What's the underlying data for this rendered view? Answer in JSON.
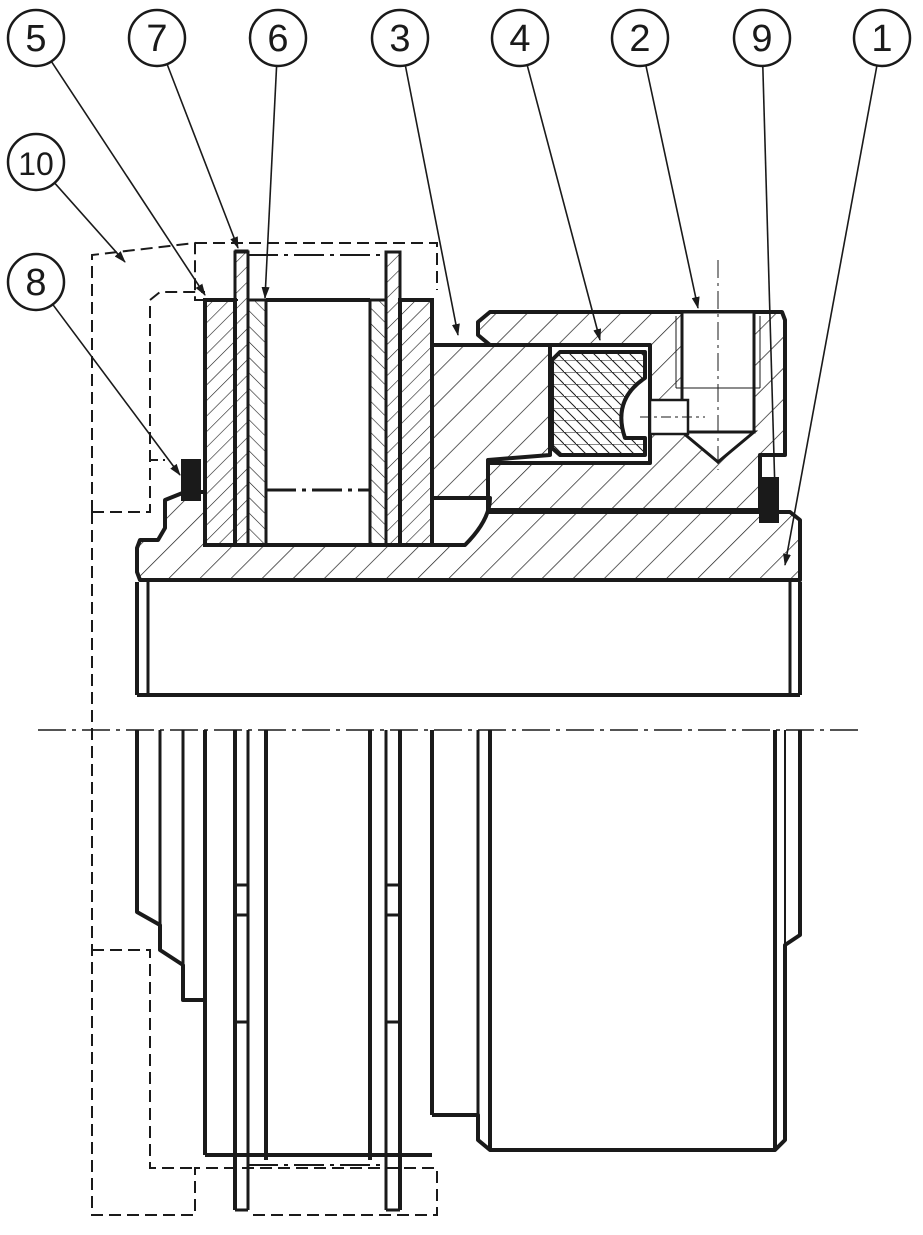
{
  "callouts": [
    {
      "label": "5"
    },
    {
      "label": "7"
    },
    {
      "label": "6"
    },
    {
      "label": "3"
    },
    {
      "label": "4"
    },
    {
      "label": "2"
    },
    {
      "label": "9"
    },
    {
      "label": "1"
    },
    {
      "label": "10"
    },
    {
      "label": "8"
    }
  ],
  "colors": {
    "ink": "#1a1a1a",
    "paper": "#ffffff"
  }
}
